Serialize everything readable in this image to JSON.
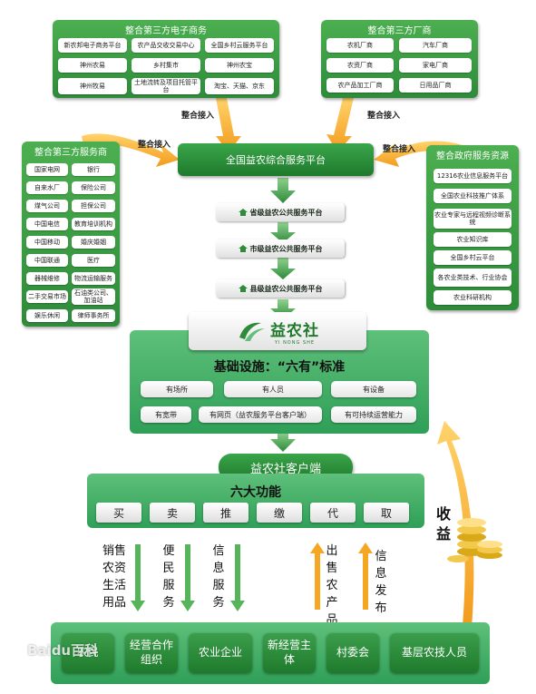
{
  "panels": {
    "ecommerce": {
      "title": "整合第三方电子商务",
      "items": [
        "新农邦电子商务平台",
        "农产品交收交易中心",
        "全国乡村云服务平台",
        "神州农易",
        "乡村集市",
        "神州农宝",
        "神州牧易",
        "土地流转及项目托管平台",
        "淘宝、天猫、京东"
      ]
    },
    "manufacturers": {
      "title": "整合第三方厂商",
      "items": [
        "农机厂商",
        "汽车厂商",
        "农资厂商",
        "家电厂商",
        "农产品加工厂商",
        "日用品厂商"
      ]
    },
    "service_providers": {
      "title": "整合第三方服务商",
      "items": [
        "国家电网",
        "银行",
        "自来水厂",
        "保险公司",
        "煤气公司",
        "担保公司",
        "中国电信",
        "教育培训机构",
        "中国移动",
        "婚庆婚姻",
        "中国联通",
        "医疗",
        "器械维修",
        "物流运输服务",
        "二手交易市场",
        "石油类公司、加油站",
        "娱乐休闲",
        "律师事务所"
      ]
    },
    "government": {
      "title": "整合政府服务资源",
      "items": [
        "12316农业信息服务平台",
        "全国农业科技推广体系",
        "农业专家与远程视频诊断系统",
        "农业知识库",
        "全国乡村云平台",
        "各农业类技术、行业协会",
        "农业科研机构"
      ]
    }
  },
  "labels": {
    "access_left_top": "整合接入",
    "access_right_top": "整合接入",
    "access_left": "整合接入",
    "access_right": "整合接入"
  },
  "platform": {
    "national": "全国益农综合服务平台",
    "tiers": [
      "省级益农公共服务平台",
      "市级益农公共服务平台",
      "县级益农公共服务平台"
    ]
  },
  "logo": {
    "name": "益农社",
    "pinyin": "YI NONG SHE"
  },
  "infrastructure": {
    "title": "基础设施：“六有”标准",
    "items": [
      "有场所",
      "有人员",
      "有设备",
      "有宽带",
      "有网页（益农服务平台客户端）",
      "有可持续运营能力"
    ]
  },
  "client": {
    "title": "益农社客户端",
    "subtitle": "六大功能",
    "functions": [
      "买",
      "卖",
      "推",
      "缴",
      "代",
      "取"
    ]
  },
  "flows": {
    "down": [
      "销售农资生活用品",
      "便民服务",
      "信息服务"
    ],
    "up": [
      "出售农产品",
      "信息发布"
    ],
    "income": "收益"
  },
  "bottom": [
    "农民",
    "经营合作组织",
    "农业企业",
    "新经营主体",
    "村委会",
    "基层农技人员"
  ],
  "watermark": "Baidu百科",
  "colors": {
    "green": "#2e8b3a",
    "orange": "#f5a623",
    "light_green": "#5ec07a"
  }
}
